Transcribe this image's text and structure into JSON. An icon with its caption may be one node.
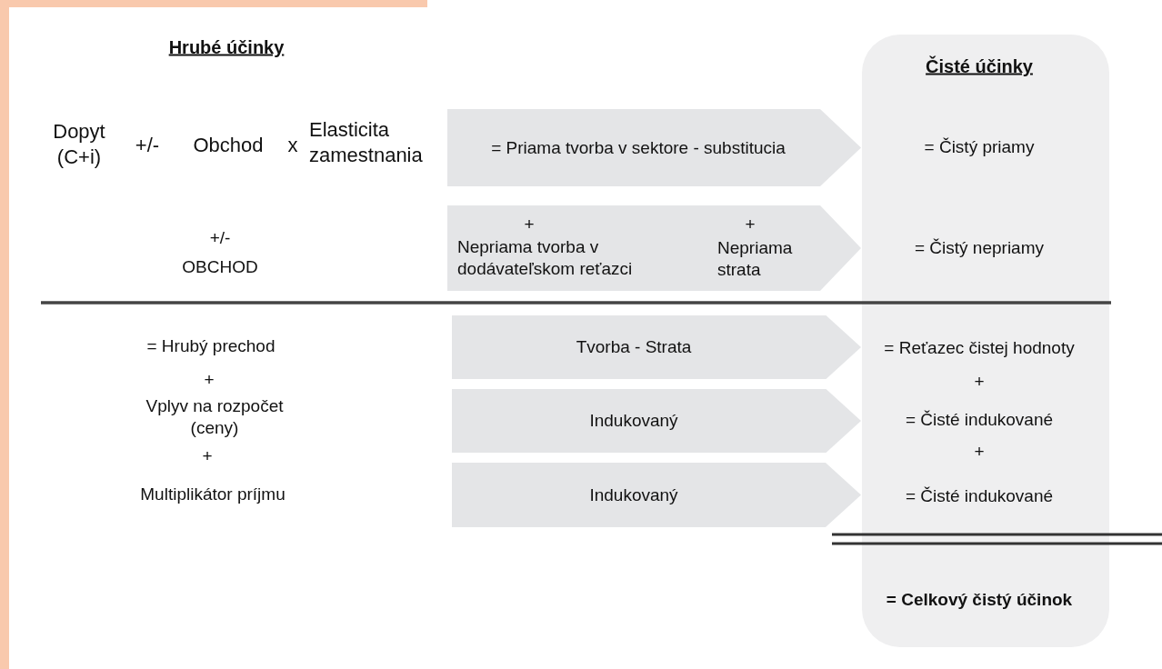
{
  "diagram": {
    "nodes": [
      {
        "text": [
          "Čisté účinky",
          "= Čistý priamy",
          "= Čistý nepriamy",
          "= Reťazec čistej hodnoty",
          "+",
          "= Čisté indukované",
          "+",
          "= Čisté indukované",
          "= Celkový čistý účinok"
        ]
      },
      {
        "text": [
          "= Priama tvorba v sektore - substitucia"
        ]
      },
      {
        "text": [
          "+",
          "Nepriama tvorba v dodávateľskom reťazci",
          "+",
          "Nepriama strata"
        ]
      },
      {
        "text": [
          "Tvorba - Strata"
        ]
      },
      {
        "text": [
          "Indukovaný"
        ]
      },
      {
        "text": [
          "Indukovaný"
        ]
      }
    ],
    "labels": [
      "Hrubé účinky",
      "Dopyt (C+i)",
      "+/-",
      "Obchod",
      "x",
      "Elasticita zamestnania",
      "+/-",
      "OBCHOD",
      "= Hrubý prechod",
      "+",
      "Vplyv na rozpočet (ceny)",
      "+",
      "Multiplikátor príjmu"
    ]
  }
}
